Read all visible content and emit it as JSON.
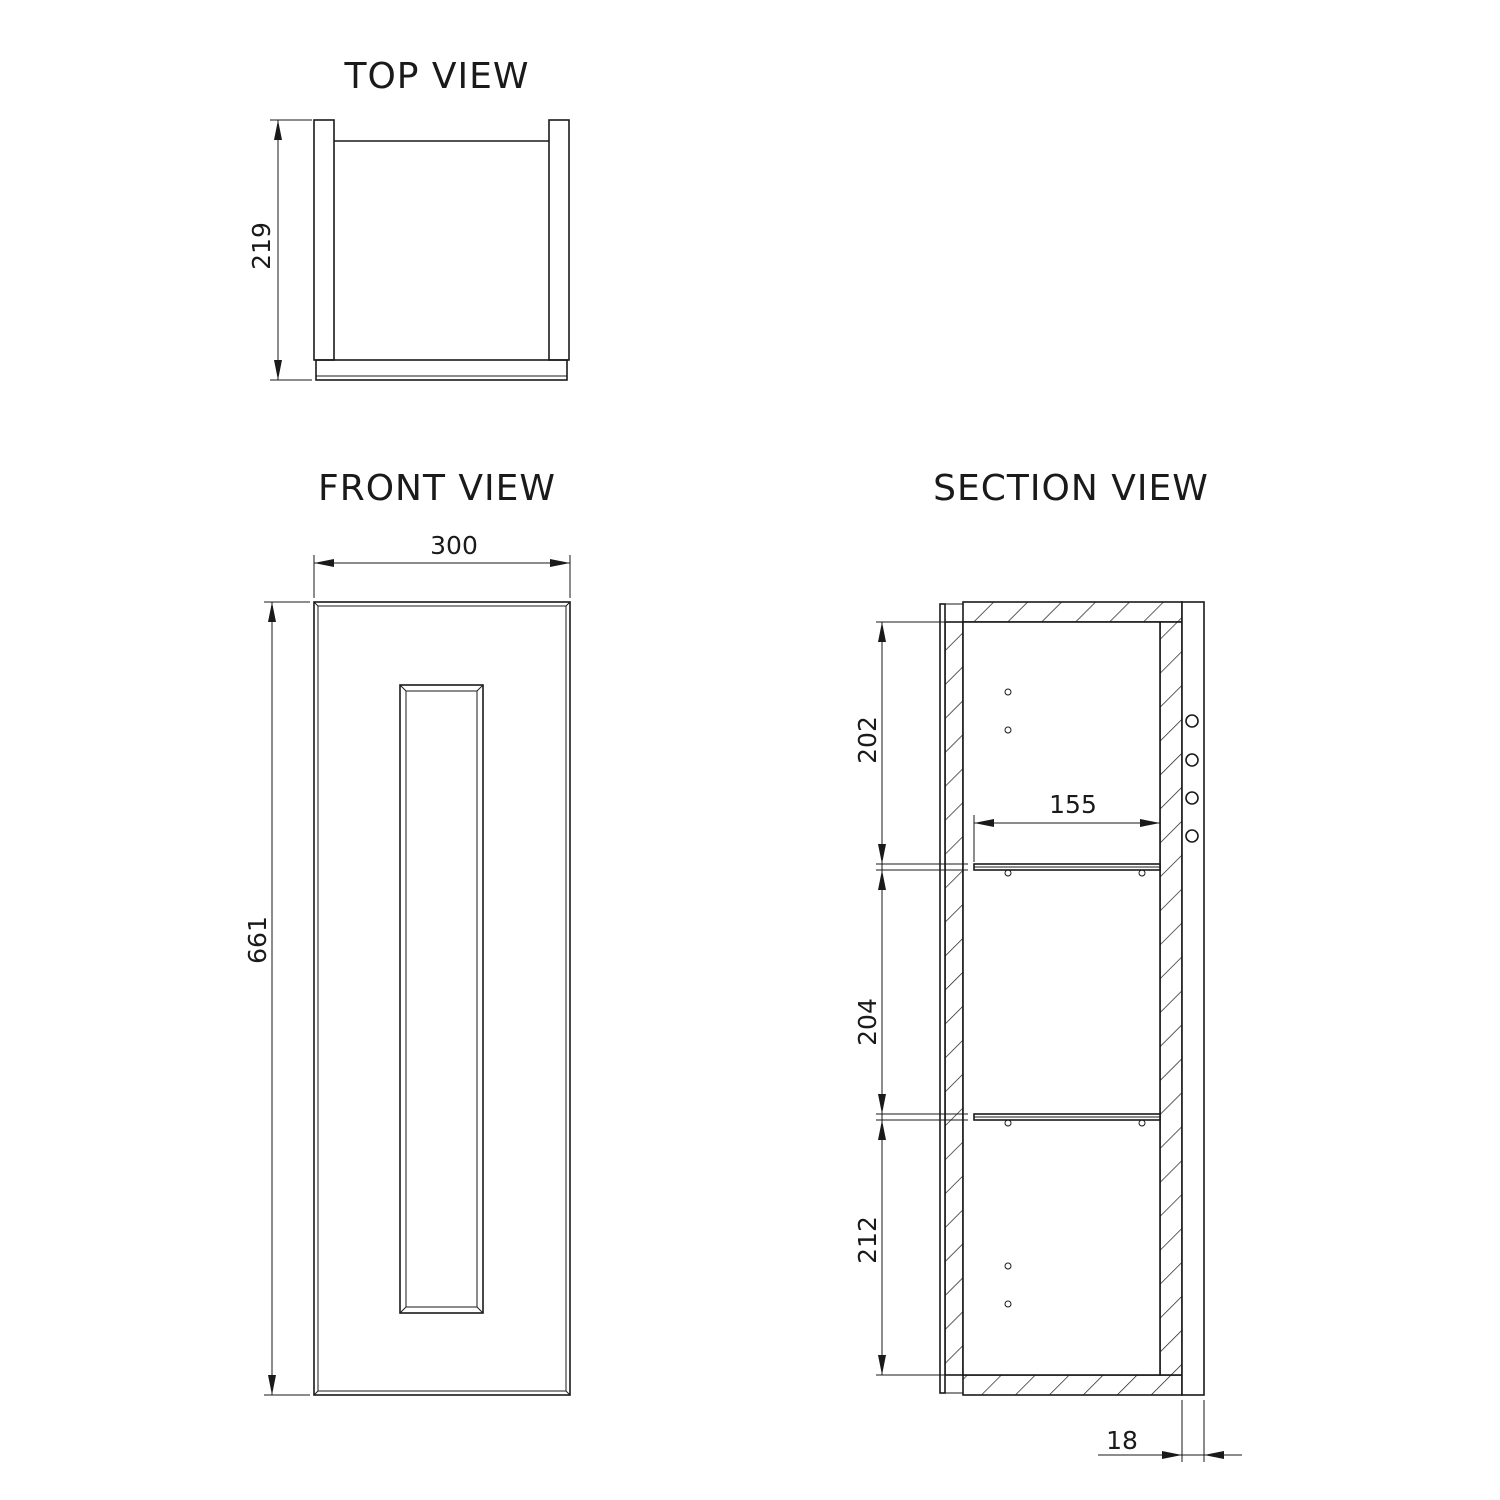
{
  "views": {
    "top": {
      "title": "TOP VIEW",
      "depth": "219"
    },
    "front": {
      "title": "FRONT VIEW",
      "width": "300",
      "height": "661"
    },
    "section": {
      "title": "SECTION VIEW",
      "gap_top": "202",
      "gap_middle": "204",
      "gap_bottom": "212",
      "shelf_depth": "155",
      "back_thickness": "18"
    }
  }
}
